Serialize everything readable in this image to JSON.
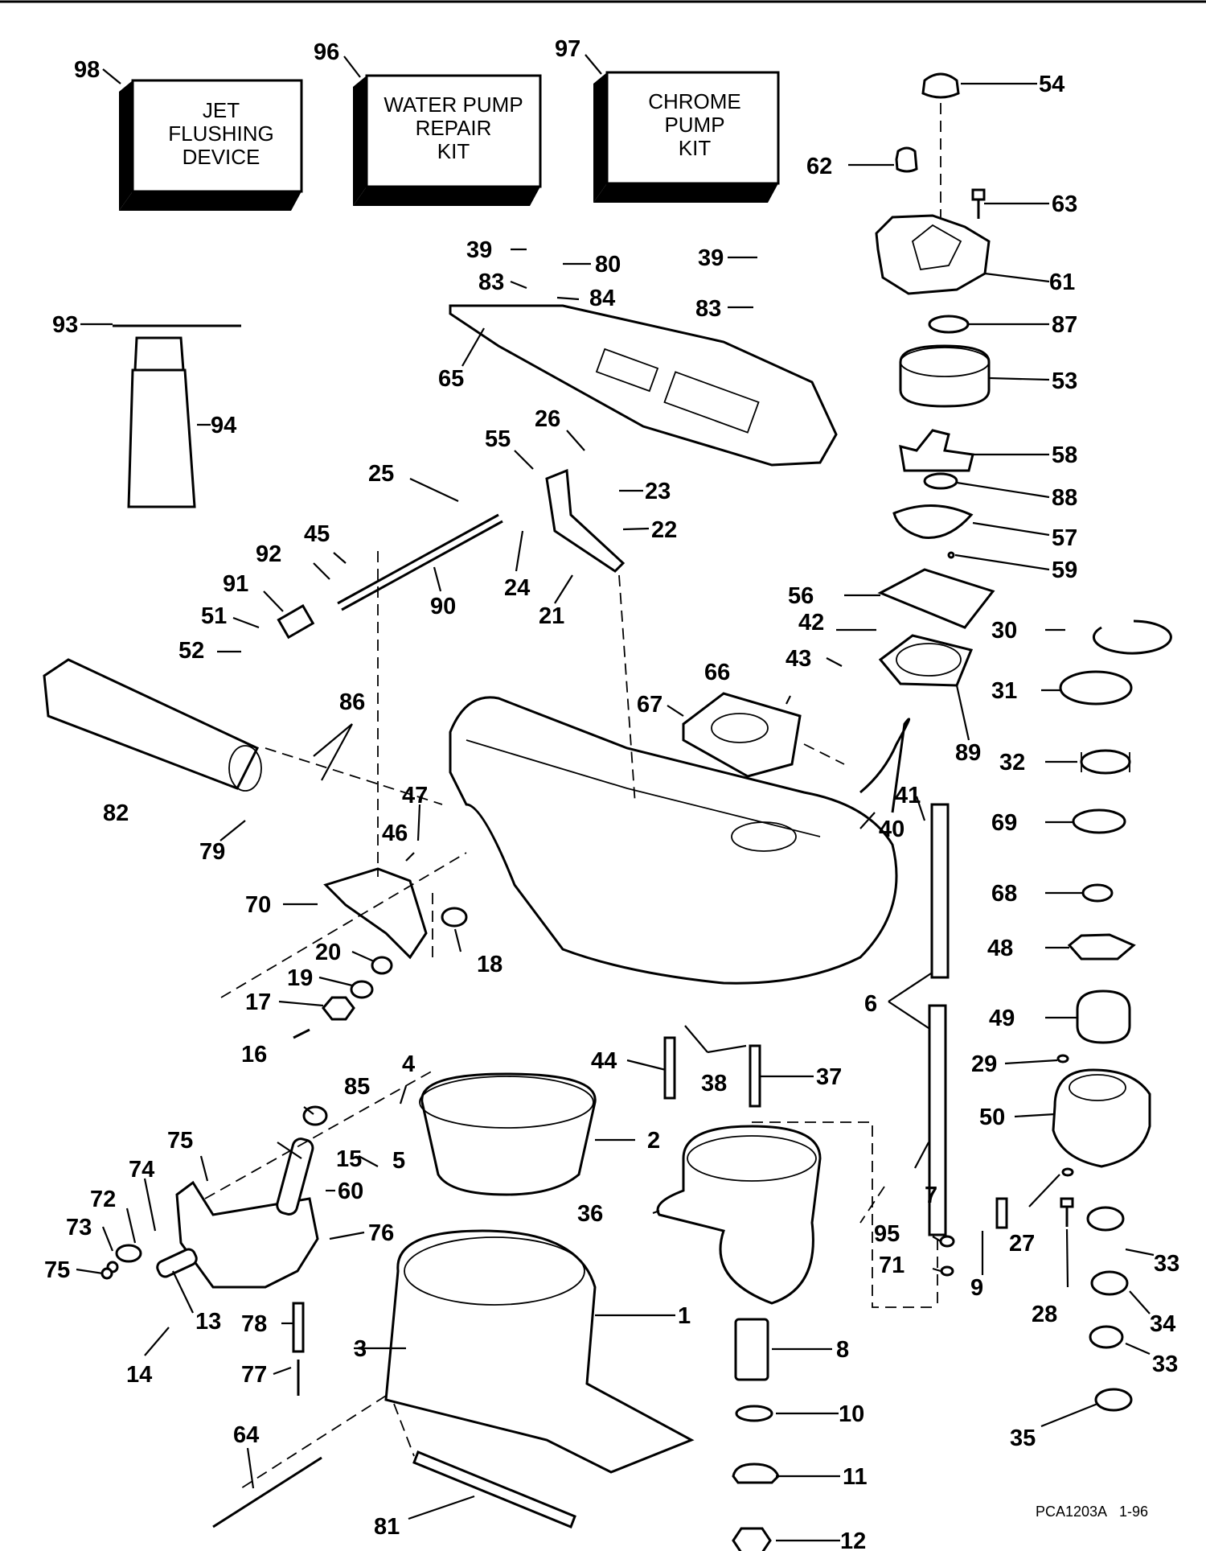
{
  "kits": {
    "jet_flushing": {
      "number": "98",
      "line1": "JET",
      "line2": "FLUSHING",
      "line3": "DEVICE"
    },
    "water_pump": {
      "number": "96",
      "line1": "WATER PUMP",
      "line2": "REPAIR",
      "line3": "KIT"
    },
    "chrome_pump": {
      "number": "97",
      "line1": "CHROME",
      "line2": "PUMP",
      "line3": "KIT"
    }
  },
  "parts": [
    {
      "id": "54",
      "label": "54"
    },
    {
      "id": "62",
      "label": "62"
    },
    {
      "id": "63",
      "label": "63"
    },
    {
      "id": "39a",
      "label": "39"
    },
    {
      "id": "80",
      "label": "80"
    },
    {
      "id": "39b",
      "label": "39"
    },
    {
      "id": "61",
      "label": "61"
    },
    {
      "id": "83a",
      "label": "83"
    },
    {
      "id": "84",
      "label": "84"
    },
    {
      "id": "83b",
      "label": "83"
    },
    {
      "id": "93",
      "label": "93"
    },
    {
      "id": "87",
      "label": "87"
    },
    {
      "id": "65",
      "label": "65"
    },
    {
      "id": "53",
      "label": "53"
    },
    {
      "id": "94",
      "label": "94"
    },
    {
      "id": "26",
      "label": "26"
    },
    {
      "id": "55",
      "label": "55"
    },
    {
      "id": "58",
      "label": "58"
    },
    {
      "id": "25",
      "label": "25"
    },
    {
      "id": "23",
      "label": "23"
    },
    {
      "id": "88",
      "label": "88"
    },
    {
      "id": "22",
      "label": "22"
    },
    {
      "id": "45",
      "label": "45"
    },
    {
      "id": "57",
      "label": "57"
    },
    {
      "id": "92",
      "label": "92"
    },
    {
      "id": "59",
      "label": "59"
    },
    {
      "id": "91",
      "label": "91"
    },
    {
      "id": "24",
      "label": "24"
    },
    {
      "id": "56",
      "label": "56"
    },
    {
      "id": "51",
      "label": "51"
    },
    {
      "id": "90",
      "label": "90"
    },
    {
      "id": "21",
      "label": "21"
    },
    {
      "id": "42",
      "label": "42"
    },
    {
      "id": "30",
      "label": "30"
    },
    {
      "id": "52",
      "label": "52"
    },
    {
      "id": "43",
      "label": "43"
    },
    {
      "id": "66",
      "label": "66"
    },
    {
      "id": "31",
      "label": "31"
    },
    {
      "id": "67",
      "label": "67"
    },
    {
      "id": "86",
      "label": "86"
    },
    {
      "id": "89",
      "label": "89"
    },
    {
      "id": "32",
      "label": "32"
    },
    {
      "id": "41",
      "label": "41"
    },
    {
      "id": "82",
      "label": "82"
    },
    {
      "id": "47",
      "label": "47"
    },
    {
      "id": "40",
      "label": "40"
    },
    {
      "id": "69",
      "label": "69"
    },
    {
      "id": "46",
      "label": "46"
    },
    {
      "id": "79",
      "label": "79"
    },
    {
      "id": "70",
      "label": "70"
    },
    {
      "id": "68",
      "label": "68"
    },
    {
      "id": "20",
      "label": "20"
    },
    {
      "id": "18",
      "label": "18"
    },
    {
      "id": "48",
      "label": "48"
    },
    {
      "id": "19",
      "label": "19"
    },
    {
      "id": "17",
      "label": "17"
    },
    {
      "id": "6",
      "label": "6"
    },
    {
      "id": "49",
      "label": "49"
    },
    {
      "id": "16",
      "label": "16"
    },
    {
      "id": "44",
      "label": "44"
    },
    {
      "id": "38",
      "label": "38"
    },
    {
      "id": "29",
      "label": "29"
    },
    {
      "id": "4",
      "label": "4"
    },
    {
      "id": "37",
      "label": "37"
    },
    {
      "id": "85",
      "label": "85"
    },
    {
      "id": "50",
      "label": "50"
    },
    {
      "id": "75a",
      "label": "75"
    },
    {
      "id": "2",
      "label": "2"
    },
    {
      "id": "15",
      "label": "15"
    },
    {
      "id": "5",
      "label": "5"
    },
    {
      "id": "74",
      "label": "74"
    },
    {
      "id": "60",
      "label": "60"
    },
    {
      "id": "7",
      "label": "7"
    },
    {
      "id": "36",
      "label": "36"
    },
    {
      "id": "72",
      "label": "72"
    },
    {
      "id": "27",
      "label": "27"
    },
    {
      "id": "76",
      "label": "76"
    },
    {
      "id": "95",
      "label": "95"
    },
    {
      "id": "73",
      "label": "73"
    },
    {
      "id": "33a",
      "label": "33"
    },
    {
      "id": "71",
      "label": "71"
    },
    {
      "id": "75b",
      "label": "75"
    },
    {
      "id": "9",
      "label": "9"
    },
    {
      "id": "13",
      "label": "13"
    },
    {
      "id": "28",
      "label": "28"
    },
    {
      "id": "1",
      "label": "1"
    },
    {
      "id": "34",
      "label": "34"
    },
    {
      "id": "78",
      "label": "78"
    },
    {
      "id": "3",
      "label": "3"
    },
    {
      "id": "8",
      "label": "8"
    },
    {
      "id": "33b",
      "label": "33"
    },
    {
      "id": "14",
      "label": "14"
    },
    {
      "id": "77",
      "label": "77"
    },
    {
      "id": "10",
      "label": "10"
    },
    {
      "id": "64",
      "label": "64"
    },
    {
      "id": "35",
      "label": "35"
    },
    {
      "id": "11",
      "label": "11"
    },
    {
      "id": "81",
      "label": "81"
    },
    {
      "id": "12",
      "label": "12"
    }
  ],
  "footer": {
    "code": "PCA1203A",
    "date": "1-96"
  }
}
